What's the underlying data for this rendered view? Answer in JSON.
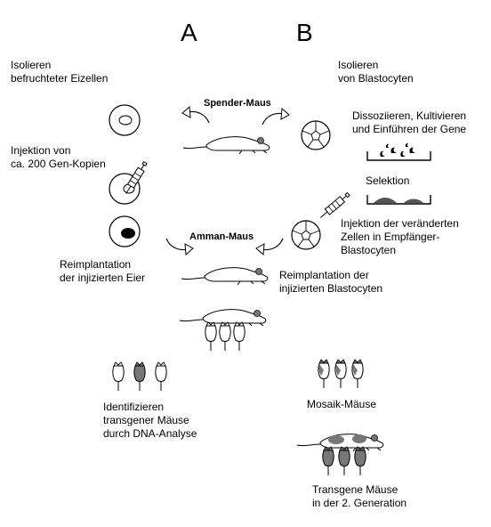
{
  "headers": {
    "a": "A",
    "b": "B"
  },
  "labels": {
    "isolate_eggs_1": "Isolieren",
    "isolate_eggs_2": "befruchteter Eizellen",
    "isolate_blasto_1": "Isolieren",
    "isolate_blasto_2": "von Blastocyten",
    "donor_mouse": "Spender-Maus",
    "dissociate_1": "Dissoziieren, Kultivieren",
    "dissociate_2": "und Einführen der Gene",
    "injection_1": "Injektion von",
    "injection_2": "ca. 200 Gen-Kopien",
    "selection": "Selektion",
    "inject_cells_1": "Injektion der veränderten",
    "inject_cells_2": "Zellen in Empfänger-",
    "inject_cells_3": "Blastocyten",
    "nurse_mouse": "Amman-Maus",
    "reimplant_eggs_1": "Reimplantation",
    "reimplant_eggs_2": "der injizierten Eier",
    "reimplant_blasto_1": "Reimplantation der",
    "reimplant_blasto_2": "injizierten Blastocyten",
    "identify_1": "Identifizieren",
    "identify_2": "transgener Mäuse",
    "identify_3": "durch DNA-Analyse",
    "mosaic": "Mosaik-Mäuse",
    "transgenic_1": "Transgene Mäuse",
    "transgenic_2": "in der 2. Generation"
  }
}
